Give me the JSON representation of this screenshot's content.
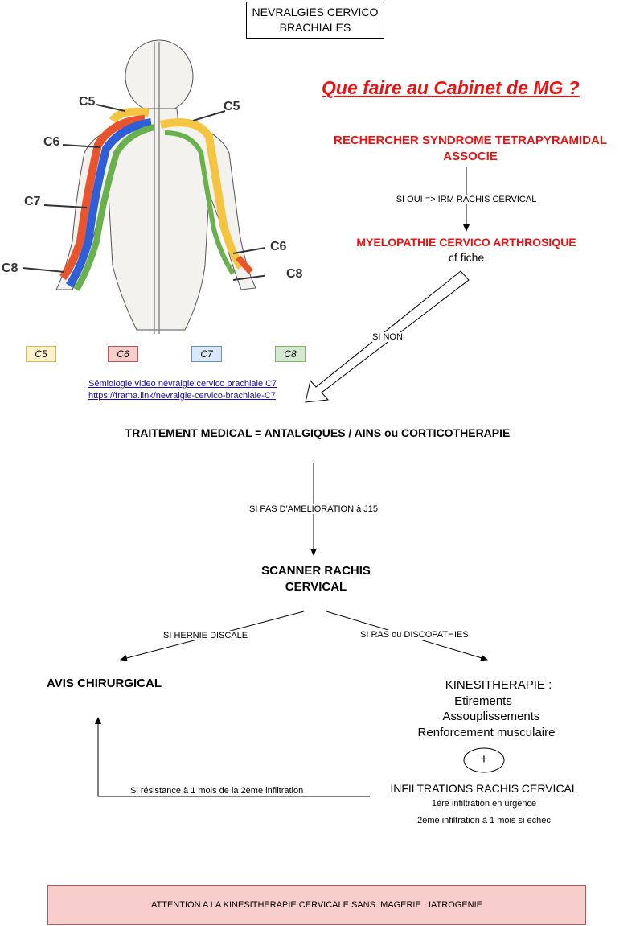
{
  "title": "NEVRALGIES CERVICO\nBRACHIALES",
  "question": "Que faire au Cabinet de MG ?",
  "step1": {
    "line1": "RECHERCHER SYNDROME TETRAPYRAMIDAL",
    "line2": "ASSOCIE"
  },
  "edge_si_oui": "SI OUI => IRM RACHIS CERVICAL",
  "myelopathie": {
    "title": "MYELOPATHIE CERVICO ARTHROSIQUE",
    "sub": "cf fiche"
  },
  "edge_si_non": "SI NON",
  "figure_labels": {
    "left": [
      "C5",
      "C6",
      "C7",
      "C8"
    ],
    "right": [
      "C5",
      "C6",
      "C8"
    ]
  },
  "legend": [
    {
      "label": "C5",
      "fill": "#fff2cc",
      "stroke": "#d6b656"
    },
    {
      "label": "C6",
      "fill": "#f8cecc",
      "stroke": "#b85450"
    },
    {
      "label": "C7",
      "fill": "#dae8fc",
      "stroke": "#6c8ebf"
    },
    {
      "label": "C8",
      "fill": "#d5e8d4",
      "stroke": "#82b366"
    }
  ],
  "links": {
    "video": "Sémiologie video névralgie cervico brachiale C7",
    "url": "https://frama.link/nevralgie-cervico-brachiale-C7"
  },
  "traitement": "TRAITEMENT MEDICAL = ANTALGIQUES  / AINS ou CORTICOTHERAPIE",
  "edge_pas_amelioration": "SI PAS D'AMELIORATION à J15",
  "scanner": {
    "line1": "SCANNER RACHIS",
    "line2": "CERVICAL"
  },
  "edge_hernie": "SI HERNIE DISCALE",
  "edge_ras": "SI RAS ou DISCOPATHIES",
  "avis": "AVIS CHIRURGICAL",
  "kine": {
    "title": "KINESITHERAPIE :",
    "items": [
      "Etirements",
      "Assouplissements",
      "Renforcement musculaire"
    ]
  },
  "plus": "+",
  "infiltrations": {
    "title": "INFILTRATIONS RACHIS CERVICAL",
    "line1": "1ère infiltration en urgence",
    "line2": "2ème infiltration à 1 mois si echec"
  },
  "edge_resistance": "Si résistance à 1 mois de la 2ème infiltration",
  "warning": "ATTENTION A LA KINESITHERAPIE CERVICALE SANS IMAGERIE : IATROGENIE",
  "colors": {
    "red_text": "#ee1111",
    "c5": "#f5c542",
    "c6": "#e8542e",
    "c7": "#2e5ed8",
    "c8": "#6ab04c"
  }
}
